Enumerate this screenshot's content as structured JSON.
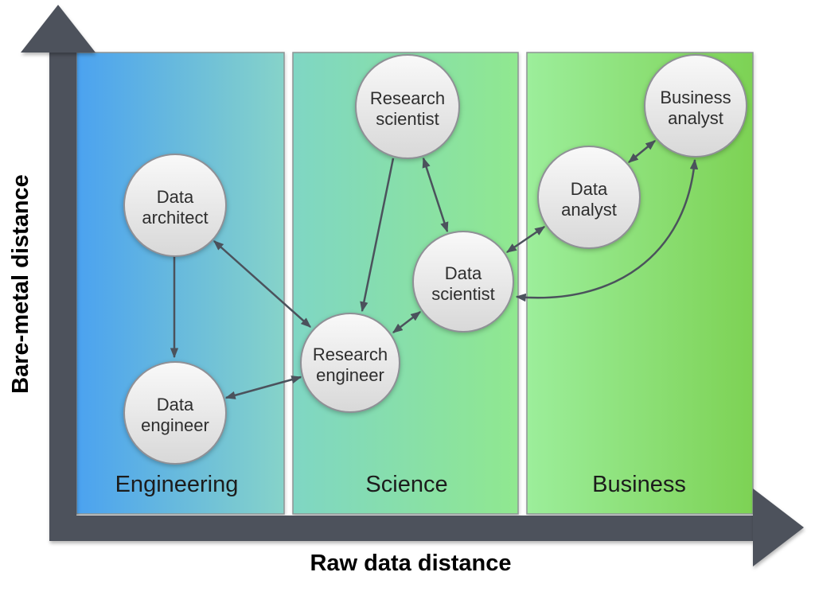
{
  "diagram": {
    "y_axis_label": "Bare-metal distance",
    "x_axis_label": "Raw data distance",
    "panels": [
      {
        "label": "Engineering",
        "gradient_left": "#4ba2f0",
        "gradient_right": "#86d3c9"
      },
      {
        "label": "Science",
        "gradient_left": "#7fd6c4",
        "gradient_right": "#90e88f"
      },
      {
        "label": "Business",
        "gradient_left": "#9cee9b",
        "gradient_right": "#7dd254"
      }
    ],
    "nodes": [
      {
        "id": "data-architect",
        "line1": "Data",
        "line2": "architect",
        "panel": "Engineering"
      },
      {
        "id": "data-engineer",
        "line1": "Data",
        "line2": "engineer",
        "panel": "Engineering"
      },
      {
        "id": "research-engineer",
        "line1": "Research",
        "line2": "engineer",
        "panel": "Science"
      },
      {
        "id": "research-scientist",
        "line1": "Research",
        "line2": "scientist",
        "panel": "Science"
      },
      {
        "id": "data-scientist",
        "line1": "Data",
        "line2": "scientist",
        "panel": "Science"
      },
      {
        "id": "data-analyst",
        "line1": "Data",
        "line2": "analyst",
        "panel": "Business"
      },
      {
        "id": "business-analyst",
        "line1": "Business",
        "line2": "analyst",
        "panel": "Business"
      }
    ],
    "edges": [
      {
        "from": "data-architect",
        "to": "data-engineer",
        "bidirectional": false,
        "style": "straight"
      },
      {
        "from": "data-architect",
        "to": "research-engineer",
        "bidirectional": true,
        "style": "straight"
      },
      {
        "from": "data-engineer",
        "to": "research-engineer",
        "bidirectional": true,
        "style": "straight"
      },
      {
        "from": "research-scientist",
        "to": "research-engineer",
        "bidirectional": false,
        "style": "straight"
      },
      {
        "from": "research-scientist",
        "to": "data-scientist",
        "bidirectional": true,
        "style": "straight"
      },
      {
        "from": "research-engineer",
        "to": "data-scientist",
        "bidirectional": true,
        "style": "straight"
      },
      {
        "from": "data-scientist",
        "to": "data-analyst",
        "bidirectional": true,
        "style": "straight"
      },
      {
        "from": "data-analyst",
        "to": "business-analyst",
        "bidirectional": true,
        "style": "straight"
      },
      {
        "from": "data-scientist",
        "to": "business-analyst",
        "bidirectional": true,
        "style": "curved"
      }
    ],
    "colors": {
      "axis": "#4d525c",
      "arrow": "#4b525c",
      "panel_border": "#8d9494",
      "node_border": "#8f9096",
      "node_fill_top": "#f9f9f9",
      "node_fill_bottom": "#d8d8d8",
      "panel_label_text": "#1c1c1c",
      "node_text": "#2e2e2e",
      "axis_label_text": "#000000"
    }
  }
}
